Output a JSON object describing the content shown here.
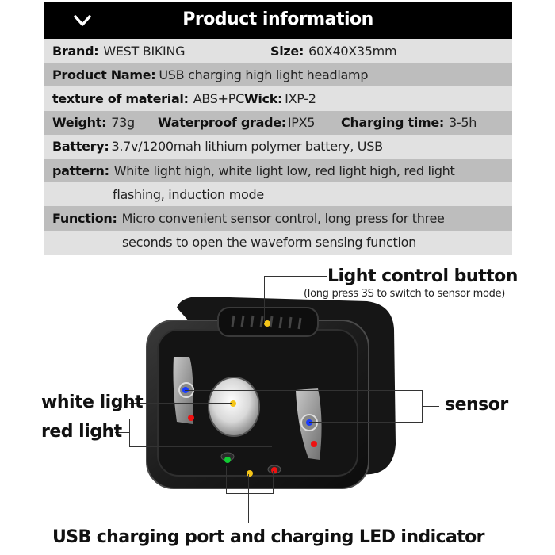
{
  "header": {
    "title": "Product information",
    "icon": "chevron-down-icon"
  },
  "specs": {
    "brand": {
      "label": "Brand:",
      "value": "WEST BIKING"
    },
    "size": {
      "label": "Size:",
      "value": "60X40X35mm"
    },
    "product_name": {
      "label": "Product Name:",
      "value": "USB charging high light headlamp"
    },
    "material": {
      "label": "texture of material:",
      "value": "ABS+PC"
    },
    "wick": {
      "label": "Wick:",
      "value": "IXP-2"
    },
    "weight": {
      "label": "Weight:",
      "value": "73g"
    },
    "waterproof": {
      "label": "Waterproof grade:",
      "value": "IPX5"
    },
    "charging_time": {
      "label": "Charging time:",
      "value": "3-5h"
    },
    "battery": {
      "label": "Battery:",
      "value": "3.7v/1200mah lithium polymer battery, USB"
    },
    "pattern": {
      "label": "pattern:",
      "value_line1": "White light high, white light low, red light high, red light",
      "value_line2": "flashing, induction mode"
    },
    "function": {
      "label": "Function:",
      "value_line1": "Micro convenient sensor control, long press for three",
      "value_line2": "seconds to open the waveform sensing function"
    }
  },
  "callouts": {
    "light_control": "Light control button",
    "light_control_note": "(long press 3S to switch to sensor mode)",
    "white_light": "white light",
    "red_light": "red light",
    "sensor": "sensor",
    "usb": "USB charging port and charging LED indicator"
  },
  "colors": {
    "header_bg": "#000000",
    "row_light": "#e1e1e1",
    "row_dark": "#bdbdbd",
    "dot_yellow": "#f5c518",
    "dot_blue": "#1a3cff",
    "dot_red": "#ee1111",
    "dot_green": "#11cc33"
  }
}
